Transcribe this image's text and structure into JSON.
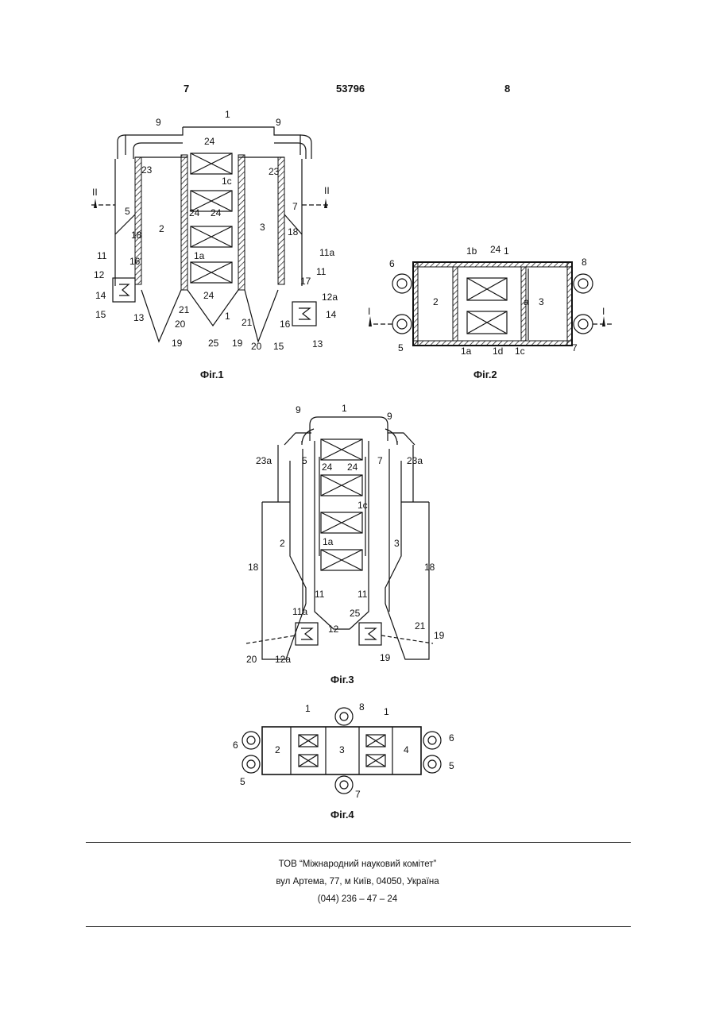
{
  "header": {
    "page_left": "7",
    "patent_number": "53796",
    "page_right": "8"
  },
  "fig1": {
    "caption": "Фiг.1",
    "labels": [
      "1",
      "9",
      "9",
      "24",
      "23",
      "23",
      "1c",
      "II",
      "II",
      "5",
      "2",
      "3",
      "7",
      "24",
      "24",
      "18",
      "18",
      "11",
      "1a",
      "11a",
      "16",
      "11",
      "12",
      "24",
      "17",
      "12a",
      "14",
      "21",
      "14",
      "15",
      "13",
      "20",
      "1",
      "21",
      "16",
      "19",
      "25",
      "19",
      "20",
      "15",
      "13"
    ]
  },
  "fig2": {
    "caption": "Фiг.2",
    "labels": [
      "1b",
      "24",
      "1",
      "6",
      "8",
      "2",
      "a",
      "3",
      "I",
      "I",
      "5",
      "1a",
      "1d",
      "1c",
      "7"
    ]
  },
  "fig3": {
    "caption": "Фiг.3",
    "labels": [
      "9",
      "1",
      "9",
      "5",
      "7",
      "23a",
      "23a",
      "24",
      "24",
      "1c",
      "2",
      "3",
      "1a",
      "18",
      "18",
      "11",
      "11",
      "11a",
      "25",
      "12",
      "21",
      "19",
      "20",
      "12a",
      "19"
    ]
  },
  "fig4": {
    "caption": "Фiг.4",
    "labels": [
      "1",
      "8",
      "1",
      "6",
      "2",
      "3",
      "4",
      "6",
      "5",
      "5",
      "7"
    ]
  },
  "footer": {
    "line1": "ТОВ “Міжнародний науковий комітет”",
    "line2": "вул  Артема, 77, м  Київ, 04050, Україна",
    "line3": "(044) 236 – 47 – 24"
  }
}
